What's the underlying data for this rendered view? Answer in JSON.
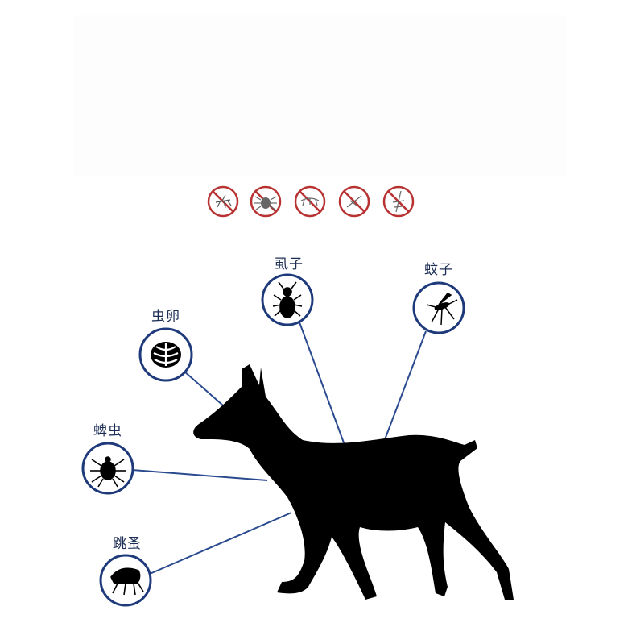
{
  "colors": {
    "circle_stroke": "#1e3a7b",
    "line": "#2a4a8f",
    "ban": "#b83232",
    "silhouette": "#000000",
    "label": "#1c2d55"
  },
  "ban_icons": [
    {
      "name": "ban-mosquito-icon"
    },
    {
      "name": "ban-tick-icon"
    },
    {
      "name": "ban-flea-icon"
    },
    {
      "name": "ban-louse-icon"
    },
    {
      "name": "ban-fly-icon"
    }
  ],
  "parasites": {
    "louse": {
      "label": "虱子",
      "icon": "louse-icon"
    },
    "mosquito": {
      "label": "蚊子",
      "icon": "mosquito-icon"
    },
    "egg": {
      "label": "虫卵",
      "icon": "egg-icon"
    },
    "tick": {
      "label": "蜱虫",
      "icon": "tick-icon"
    },
    "flea": {
      "label": "跳蚤",
      "icon": "flea-icon"
    }
  }
}
